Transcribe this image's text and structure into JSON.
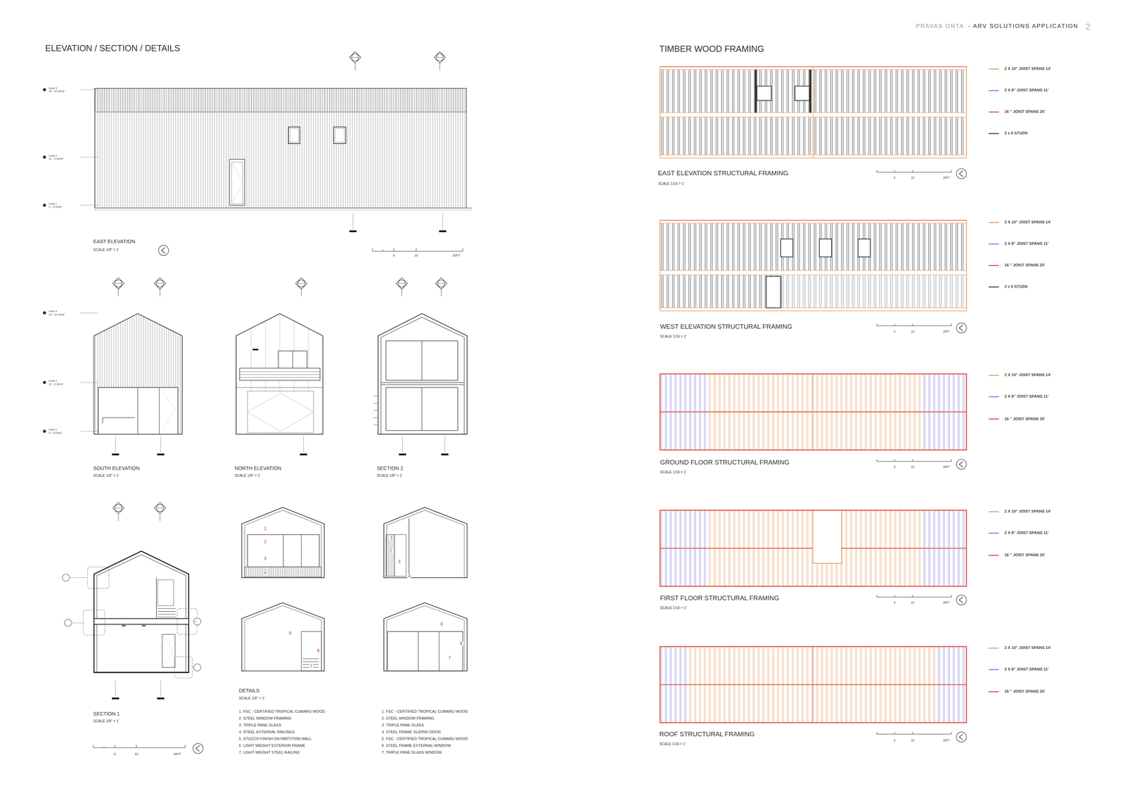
{
  "diagram": {
    "labels": [
      "PRAVAS  ONTA",
      "- ARV SOLUTIONS APPLICATION",
      "2",
      "ELEVATION / SECTION / DETAILS",
      "TIMBER WOOD FRAMING",
      "Level 3",
      "26' - 10 15/16\"",
      "Level 2",
      "11' - 3 15/16\"",
      "Level 1",
      "0' - 6 15/16\"",
      "Level 3",
      "26' - 10 15/16\"",
      "Level 2",
      "11' - 3 15/16\"",
      "Level 1",
      "0' - 6 15/16\"",
      "EAST ELEVATION",
      "SCALE 1/8\" = 1'",
      "5",
      "10",
      "20FT",
      "SOUTH ELEVATION",
      "SCALE 1/8\" = 1'",
      "NORTH ELEVATION",
      "SCALE 1/8\" = 1'",
      "SECTION 2",
      "SCALE 1/8\" = 1'",
      "1",
      "2",
      "3",
      "4",
      "1",
      "2",
      "3",
      "4",
      "5",
      "6",
      "7",
      "8",
      "8",
      "7",
      "SECTION 1",
      "SCALE 1/8\" = 1'",
      "5",
      "10",
      "20FT",
      "DETAILS",
      "SCALE 1/8\" = 1'",
      "1. FSC - CERTIFIED TROPICAL CUMARU WOOD",
      "2. STEEL WINDOW FRAMING",
      "3. TRIPLE PANE GLASS",
      "4. STEEL EXTERNAL RAILINGS",
      "5. STUCCO FINISH ON PARTITION WALL",
      "6. LIGHT WEIGHT EXTERIOR FRAME",
      "7. LIGHT WEIGHT STEEL RAILING",
      "1. FSC - CERTIFIED TROPICAL CUMARU WOOD",
      "2. STEEL WINDOW FRAMING",
      "3. TRIPLE PANE GLASS",
      "4. STEEL FRAME SLIDING DOOR",
      "5. FSC - CERTIFIED TROPICAL CUMARU WOOD",
      "6. STEEL FRAME EXTERNAL WINDOW",
      "7. TRIPLE PANE GLASS WINDOW",
      "EAST ELEVATION STRUCTURAL FRAMING",
      "SCALE 1/16 = 1'",
      "5",
      "10",
      "20FT",
      "WEST ELEVATION STRUCTURAL FRAMING",
      "SCALE 1/16 = 1'",
      "5",
      "10",
      "20FT",
      "GROUND FLOOR STRUCTURAL FRAMING",
      "SCALE 1/16 = 1'",
      "5",
      "10",
      "20FT",
      "FIRST FLOOR STRUCTURAL FRAMING",
      "SCALE 1/16 = 1'",
      "5",
      "10",
      "20FT",
      "ROOF STRUCTURAL FRAMING",
      "SCALE 1/16 = 1'",
      "5",
      "10",
      "20FT"
    ],
    "legend": [
      {
        "text": "2 X 10\" JOIST SPANS 14'",
        "color": "#e9a36a"
      },
      {
        "text": "2 X 8\" JOIST SPANS 11'",
        "color": "#8a8ae6"
      },
      {
        "text": "16 \" JOIST SPANS 25'",
        "color": "#e0604a"
      },
      {
        "text": "2 x 6 STUDS",
        "color": "#555555"
      },
      {
        "text": "2 X 10\" JOIST SPANS 14'",
        "color": "#e9a36a"
      },
      {
        "text": "2 X 8\" JOIST SPANS 11'",
        "color": "#8a8ae6"
      },
      {
        "text": "16 \" JOIST SPANS 25'",
        "color": "#e0604a"
      },
      {
        "text": "2 x 6 STUDS",
        "color": "#555555"
      },
      {
        "text": "2 X 10\" JOIST SPANS 14'",
        "color": "#e9a36a"
      },
      {
        "text": "2 X 8\" JOIST SPANS 11'",
        "color": "#8a8ae6"
      },
      {
        "text": "16 \" JOIST SPANS 25'",
        "color": "#e0604a"
      },
      {
        "text": "2 X 10\" JOIST SPANS 14'",
        "color": "#e9a36a"
      },
      {
        "text": "2 X 8\" JOIST SPANS 11'",
        "color": "#8a8ae6"
      },
      {
        "text": "16 \" JOIST SPANS 25'",
        "color": "#e0604a"
      },
      {
        "text": "2 X 10\" JOIST SPANS 14'",
        "color": "#e9a36a"
      },
      {
        "text": "2 X 8\" JOIST SPANS 11'",
        "color": "#8a8ae6"
      },
      {
        "text": "16 \" JOIST SPANS 25'",
        "color": "#e0604a"
      }
    ]
  }
}
